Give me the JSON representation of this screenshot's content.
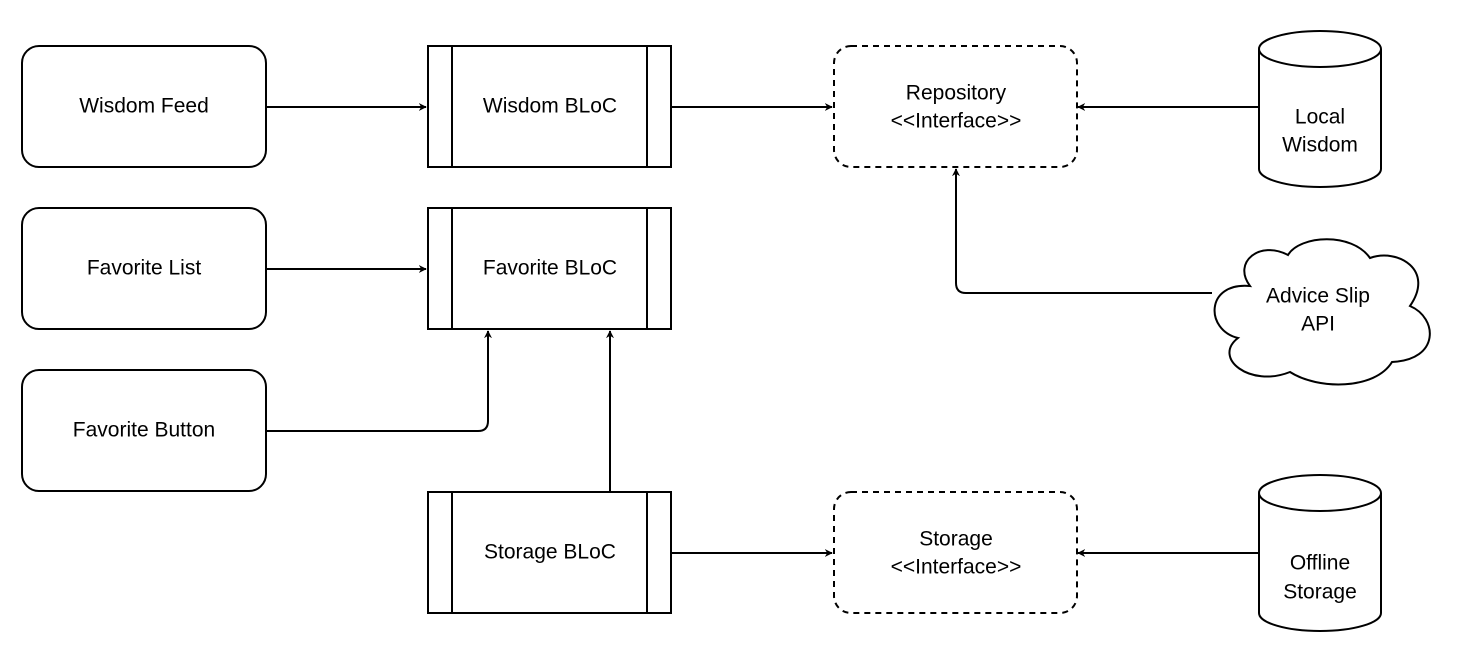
{
  "diagram": {
    "screens": {
      "wisdom_feed": "Wisdom Feed",
      "favorite_list": "Favorite List",
      "favorite_button": "Favorite Button"
    },
    "blocs": {
      "wisdom_bloc": "Wisdom BLoC",
      "favorite_bloc": "Favorite BLoC",
      "storage_bloc": "Storage BLoC"
    },
    "interfaces": {
      "repository": {
        "name": "Repository",
        "stereotype": "<<Interface>>"
      },
      "storage": {
        "name": "Storage",
        "stereotype": "<<Interface>>"
      }
    },
    "datastores": {
      "local_wisdom": [
        "Local",
        "Wisdom"
      ],
      "offline_storage": [
        "Offline",
        "Storage"
      ]
    },
    "external": {
      "advice_slip_api": [
        "Advice Slip",
        "API"
      ]
    },
    "edges": [
      {
        "from": "Wisdom Feed",
        "to": "Wisdom BLoC"
      },
      {
        "from": "Favorite List",
        "to": "Favorite BLoC"
      },
      {
        "from": "Favorite Button",
        "to": "Favorite BLoC"
      },
      {
        "from": "Storage BLoC",
        "to": "Favorite BLoC"
      },
      {
        "from": "Wisdom BLoC",
        "to": "Repository"
      },
      {
        "from": "Local Wisdom",
        "to": "Repository"
      },
      {
        "from": "Advice Slip API",
        "to": "Repository"
      },
      {
        "from": "Storage BLoC",
        "to": "Storage"
      },
      {
        "from": "Offline Storage",
        "to": "Storage"
      }
    ]
  }
}
